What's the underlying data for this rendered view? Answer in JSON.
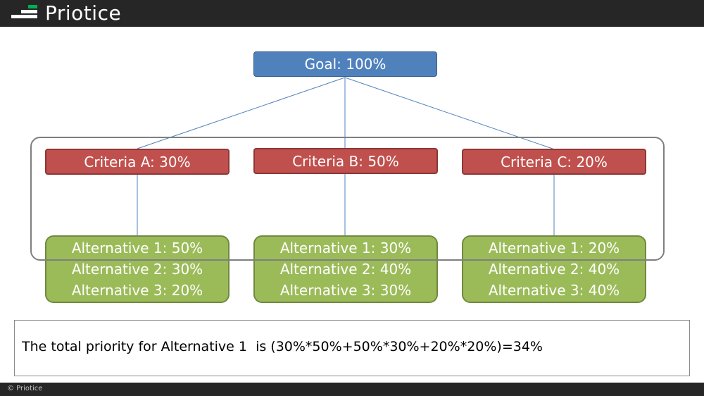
{
  "header": {
    "brand": "Priotice",
    "logo_icon": "stacked-bars-logo-icon"
  },
  "goal": {
    "label": "Goal: 100%"
  },
  "criteria": [
    {
      "label": "Criteria A: 30%"
    },
    {
      "label": "Criteria B: 50%"
    },
    {
      "label": "Criteria C: 20%"
    }
  ],
  "alternatives": [
    {
      "lines": [
        "Alternative 1: 50%",
        "Alternative 2: 30%",
        "Alternative 3: 20%"
      ]
    },
    {
      "lines": [
        "Alternative 1: 30%",
        "Alternative 2: 40%",
        "Alternative 3: 30%"
      ]
    },
    {
      "lines": [
        "Alternative 1: 20%",
        "Alternative 2: 40%",
        "Alternative 3: 40%"
      ]
    }
  ],
  "note": {
    "text": "The total priority for Alternative 1  is (30%*50%+50%*30%+20%*20%)=34%"
  },
  "footer": {
    "copyright": "© Priotice"
  },
  "colors": {
    "goal": "#4f81bd",
    "criteria": "#c0504d",
    "alternative": "#9bbb59",
    "connector": "#4f81bd",
    "frame": "#7f7f7f",
    "bar": "#262626"
  }
}
